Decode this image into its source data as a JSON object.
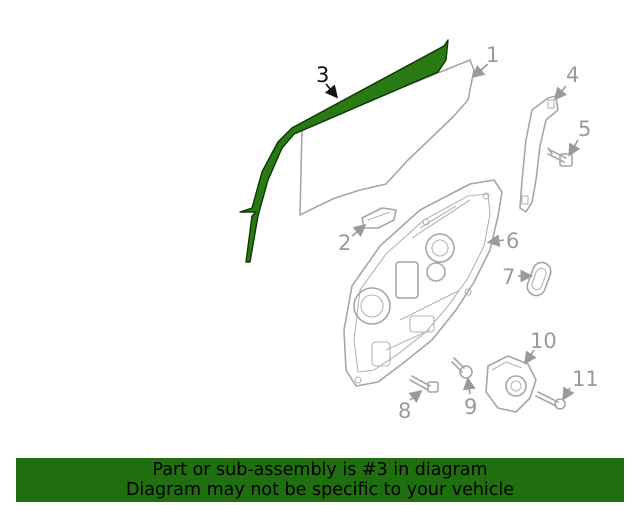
{
  "diagram": {
    "callouts": [
      "1",
      "2",
      "3",
      "4",
      "5",
      "6",
      "7",
      "8",
      "9",
      "10",
      "11"
    ],
    "highlighted_callout": "3",
    "highlight_color": "#2a7a14",
    "part_color": "#a6a6a6"
  },
  "banner": {
    "line1": "Part or sub-assembly is #3 in diagram",
    "line2": "Diagram may not be specific to your vehicle",
    "color": "#1f6f10"
  }
}
